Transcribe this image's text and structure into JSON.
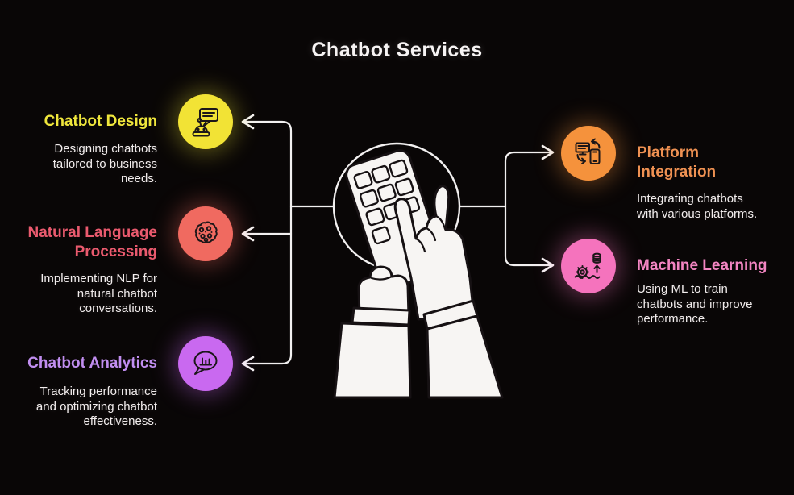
{
  "title": "Chatbot Services",
  "background_color": "#090606",
  "connector_color": "#f2f0f0",
  "center_illustration": "hands-holding-phone-keypad",
  "left_items": [
    {
      "id": "chatbot-design",
      "icon": "robot-chat-icon",
      "circle_color": "#f2e335",
      "heading_color": "#efe63c",
      "heading_lines": [
        "Chatbot Design"
      ],
      "description_lines": [
        "Designing chatbots",
        "tailored to business",
        "needs."
      ]
    },
    {
      "id": "natural-language-processing",
      "icon": "brain-icon",
      "circle_color": "#f06a60",
      "heading_color": "#ea5a6e",
      "heading_lines": [
        "Natural Language",
        "Processing"
      ],
      "description_lines": [
        "Implementing NLP for",
        "natural chatbot",
        "conversations."
      ]
    },
    {
      "id": "chatbot-analytics",
      "icon": "chart-speech-bubble-icon",
      "circle_color": "#c969f0",
      "heading_color": "#c18ef0",
      "heading_lines": [
        "Chatbot Analytics"
      ],
      "description_lines": [
        "Tracking performance",
        "and optimizing chatbot",
        "effectiveness."
      ]
    }
  ],
  "right_items": [
    {
      "id": "platform-integration",
      "icon": "device-sync-icon",
      "circle_color": "#f5923c",
      "heading_color": "#ef9152",
      "heading_lines": [
        "Platform",
        "Integration"
      ],
      "description_lines": [
        "Integrating chatbots",
        "with various platforms."
      ]
    },
    {
      "id": "machine-learning",
      "icon": "gear-database-arrow-icon",
      "circle_color": "#f573bd",
      "heading_color": "#f385c2",
      "heading_lines": [
        "Machine Learning"
      ],
      "description_lines": [
        "Using ML to train",
        "chatbots and improve",
        "performance."
      ]
    }
  ]
}
